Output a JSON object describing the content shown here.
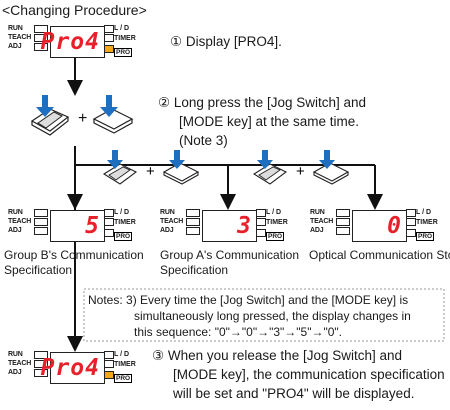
{
  "title": "<Changing Procedure>",
  "panel_labels": {
    "run": "RUN",
    "teach": "TEACH",
    "adj": "ADJ",
    "ld": "L / D",
    "timer": "TIMER",
    "pro": "PRO"
  },
  "step1": {
    "num": "①",
    "text": "Display [PRO4]."
  },
  "step2": {
    "num": "②",
    "line1": "Long press the [Jog Switch] and",
    "line2": "[MODE key] at the same time.",
    "line3": "(Note 3)"
  },
  "plus": "+",
  "displays": {
    "top": "Pro4",
    "b": "5",
    "a": "3",
    "opt": "0",
    "bottom": "Pro4"
  },
  "captions": {
    "b1": "Group B's Communication",
    "b2": "Specification",
    "a1": "Group A's Communication",
    "a2": "Specification",
    "opt": "Optical Communication Stop"
  },
  "notes": {
    "line1": "Notes: 3) Every time the [Jog Switch] and the [MODE key] is",
    "line2": "simultaneously long pressed, the display changes in",
    "line3": "this sequence: \"0\"→\"0\"→\"3\"→\"5\"→\"0\"."
  },
  "step3": {
    "num": "③",
    "line1": "When you release the [Jog Switch] and",
    "line2": "[MODE key], the communication specification",
    "line3": "will be set and \"PRO4\" will be displayed."
  },
  "colors": {
    "led_red": "#e8202a",
    "led_amber": "#f0a81c",
    "key_blue": "#1e6fc0"
  }
}
